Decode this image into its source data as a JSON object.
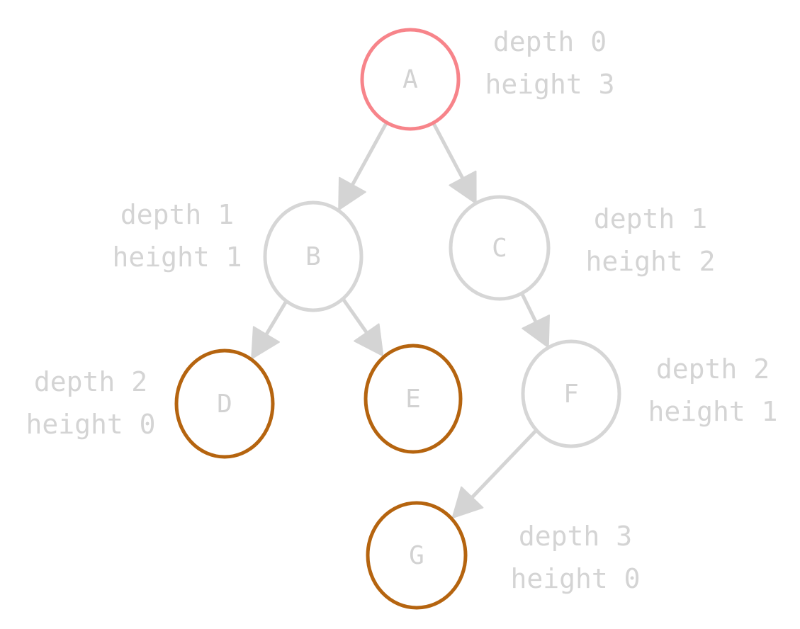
{
  "colors": {
    "root": "#f7848a",
    "leaf": "#b5640f",
    "inner": "#d6d6d6",
    "edge": "#d4d4d4",
    "text": "#d4d4d4"
  },
  "nodes": [
    {
      "id": "A",
      "label": "A",
      "kind": "root",
      "depth_text": "depth 0",
      "height_text": "height 3"
    },
    {
      "id": "B",
      "label": "B",
      "kind": "inner",
      "depth_text": "depth 1",
      "height_text": "height 1"
    },
    {
      "id": "C",
      "label": "C",
      "kind": "inner",
      "depth_text": "depth 1",
      "height_text": "height 2"
    },
    {
      "id": "D",
      "label": "D",
      "kind": "leaf",
      "depth_text": "depth 2",
      "height_text": "height 0"
    },
    {
      "id": "E",
      "label": "E",
      "kind": "leaf",
      "depth_text": "",
      "height_text": ""
    },
    {
      "id": "F",
      "label": "F",
      "kind": "inner",
      "depth_text": "depth 2",
      "height_text": "height 1"
    },
    {
      "id": "G",
      "label": "G",
      "kind": "leaf",
      "depth_text": "depth 3",
      "height_text": "height 0"
    }
  ],
  "edges": [
    {
      "from": "A",
      "to": "B"
    },
    {
      "from": "A",
      "to": "C"
    },
    {
      "from": "B",
      "to": "D"
    },
    {
      "from": "B",
      "to": "E"
    },
    {
      "from": "C",
      "to": "F"
    },
    {
      "from": "F",
      "to": "G"
    }
  ]
}
